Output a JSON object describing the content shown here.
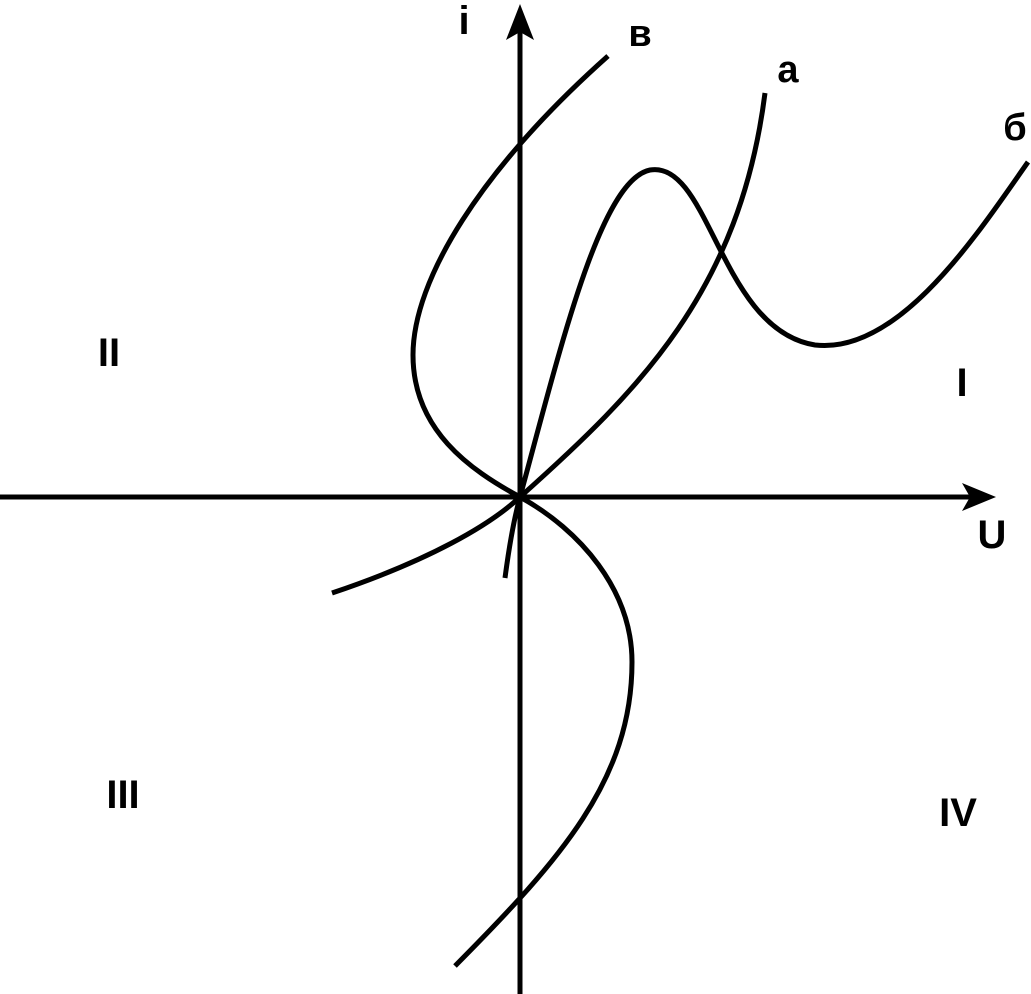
{
  "axes": {
    "x_label": "U",
    "y_label": "i"
  },
  "curves": {
    "a": {
      "label": "a"
    },
    "b": {
      "label": "б"
    },
    "v": {
      "label": "в"
    }
  },
  "quadrants": {
    "q1": "I",
    "q2": "II",
    "q3": "III",
    "q4": "IV"
  },
  "colors": {
    "stroke": "#000000",
    "background": "#ffffff"
  }
}
